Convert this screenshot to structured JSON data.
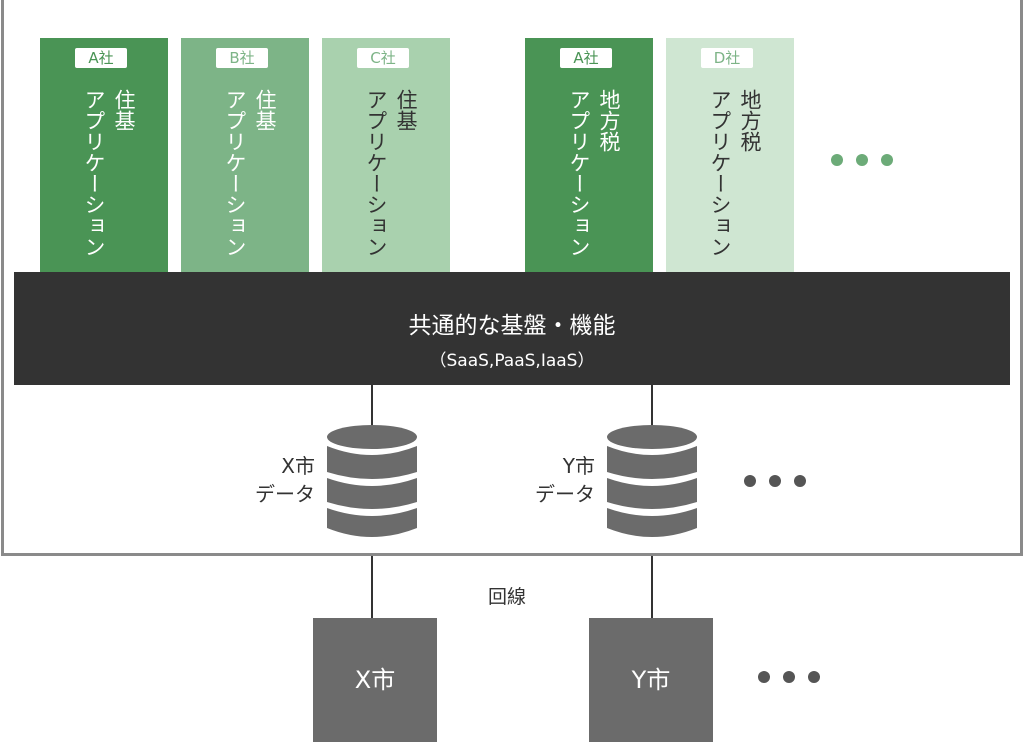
{
  "columns": [
    {
      "company": "A社",
      "label": "住基\nアプリケーション",
      "bg": "#4a9455",
      "fg": "#ffffff",
      "badge_fg": "#4a9455"
    },
    {
      "company": "B社",
      "label": "住基\nアプリケーション",
      "bg": "#7db487",
      "fg": "#ffffff",
      "badge_fg": "#7db487"
    },
    {
      "company": "C社",
      "label": "住基\nアプリケーション",
      "bg": "#a9d1ae",
      "fg": "#333333",
      "badge_fg": "#7db487"
    },
    {
      "company": "A社",
      "label": "地方税\nアプリケーション",
      "bg": "#4a9455",
      "fg": "#ffffff",
      "badge_fg": "#4a9455"
    },
    {
      "company": "D社",
      "label": "地方税\nアプリケーション",
      "bg": "#cfe6d2",
      "fg": "#333333",
      "badge_fg": "#7db487"
    }
  ],
  "platform": {
    "title": "共通的な基盤・機能",
    "subtitle": "（SaaS,PaaS,IaaS）"
  },
  "databases": [
    {
      "label": "X市\nデータ"
    },
    {
      "label": "Y市\nデータ"
    }
  ],
  "network_label": "回線",
  "cities": [
    {
      "label": "X市"
    },
    {
      "label": "Y市"
    }
  ]
}
